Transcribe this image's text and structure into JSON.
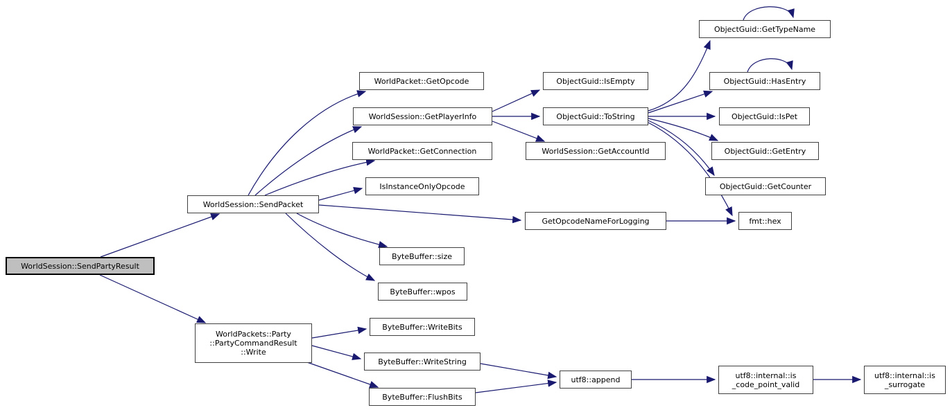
{
  "diagram": {
    "type": "call-graph",
    "background_color": "#ffffff",
    "edge_color": "#191970",
    "node_border_color": "#404040",
    "highlight_fill_color": "#bfbfbf",
    "nodes": {
      "send_party_result": {
        "label": "WorldSession::SendPartyResult",
        "highlighted": true
      },
      "send_packet": {
        "label": "WorldSession::SendPacket"
      },
      "party_command_result_write": {
        "lines": [
          "WorldPackets::Party",
          "::PartyCommandResult",
          "::Write"
        ]
      },
      "get_opcode": {
        "label": "WorldPacket::GetOpcode"
      },
      "get_player_info": {
        "label": "WorldSession::GetPlayerInfo"
      },
      "get_connection": {
        "label": "WorldPacket::GetConnection"
      },
      "is_instance_only_opcode": {
        "label": "IsInstanceOnlyOpcode"
      },
      "byte_buffer_size": {
        "label": "ByteBuffer::size"
      },
      "byte_buffer_wpos": {
        "label": "ByteBuffer::wpos"
      },
      "write_bits": {
        "label": "ByteBuffer::WriteBits"
      },
      "write_string": {
        "label": "ByteBuffer::WriteString"
      },
      "flush_bits": {
        "label": "ByteBuffer::FlushBits"
      },
      "is_empty": {
        "label": "ObjectGuid::IsEmpty"
      },
      "to_string": {
        "label": "ObjectGuid::ToString"
      },
      "get_account_id": {
        "label": "WorldSession::GetAccountId"
      },
      "get_opcode_name_for_logging": {
        "label": "GetOpcodeNameForLogging"
      },
      "utf8_append": {
        "label": "utf8::append"
      },
      "get_type_name": {
        "label": "ObjectGuid::GetTypeName"
      },
      "has_entry": {
        "label": "ObjectGuid::HasEntry"
      },
      "is_pet": {
        "label": "ObjectGuid::IsPet"
      },
      "get_entry": {
        "label": "ObjectGuid::GetEntry"
      },
      "get_counter": {
        "label": "ObjectGuid::GetCounter"
      },
      "fmt_hex": {
        "label": "fmt::hex"
      },
      "is_code_point_valid": {
        "lines": [
          "utf8::internal::is",
          "_code_point_valid"
        ]
      },
      "is_surrogate": {
        "lines": [
          "utf8::internal::is",
          "_surrogate"
        ]
      }
    },
    "edges": [
      {
        "from": "send_party_result",
        "to": "send_packet"
      },
      {
        "from": "send_party_result",
        "to": "party_command_result_write"
      },
      {
        "from": "send_packet",
        "to": "get_opcode"
      },
      {
        "from": "send_packet",
        "to": "get_player_info"
      },
      {
        "from": "send_packet",
        "to": "get_connection"
      },
      {
        "from": "send_packet",
        "to": "is_instance_only_opcode"
      },
      {
        "from": "send_packet",
        "to": "get_opcode_name_for_logging"
      },
      {
        "from": "send_packet",
        "to": "byte_buffer_size"
      },
      {
        "from": "send_packet",
        "to": "byte_buffer_wpos"
      },
      {
        "from": "get_player_info",
        "to": "is_empty"
      },
      {
        "from": "get_player_info",
        "to": "to_string"
      },
      {
        "from": "get_player_info",
        "to": "get_account_id"
      },
      {
        "from": "to_string",
        "to": "get_type_name"
      },
      {
        "from": "to_string",
        "to": "has_entry"
      },
      {
        "from": "to_string",
        "to": "is_pet"
      },
      {
        "from": "to_string",
        "to": "get_entry"
      },
      {
        "from": "to_string",
        "to": "get_counter"
      },
      {
        "from": "to_string",
        "to": "fmt_hex"
      },
      {
        "from": "get_opcode_name_for_logging",
        "to": "fmt_hex"
      },
      {
        "from": "get_type_name",
        "to": "get_type_name"
      },
      {
        "from": "has_entry",
        "to": "has_entry"
      },
      {
        "from": "party_command_result_write",
        "to": "write_bits"
      },
      {
        "from": "party_command_result_write",
        "to": "write_string"
      },
      {
        "from": "party_command_result_write",
        "to": "flush_bits"
      },
      {
        "from": "write_string",
        "to": "utf8_append"
      },
      {
        "from": "flush_bits",
        "to": "utf8_append"
      },
      {
        "from": "utf8_append",
        "to": "is_code_point_valid"
      },
      {
        "from": "is_code_point_valid",
        "to": "is_surrogate"
      }
    ]
  }
}
